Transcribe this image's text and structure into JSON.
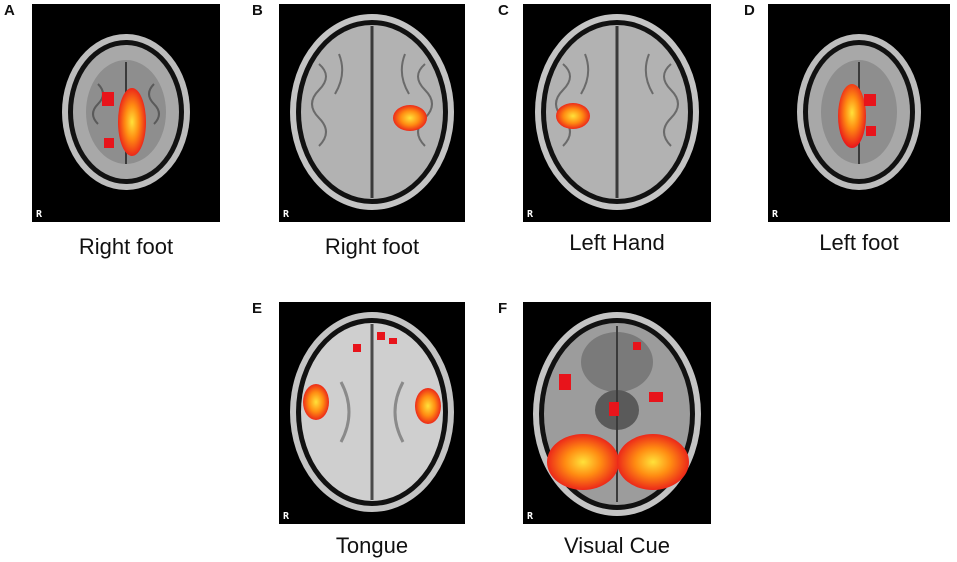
{
  "panels": [
    {
      "letter": "A",
      "caption": "Right foot",
      "activation": "midline-right"
    },
    {
      "letter": "B",
      "caption": "Right foot",
      "activation": "right-lateral"
    },
    {
      "letter": "C",
      "caption": "Left Hand",
      "activation": "left-lateral"
    },
    {
      "letter": "D",
      "caption": "Left foot",
      "activation": "midline-left"
    },
    {
      "letter": "E",
      "caption": "Tongue",
      "activation": "bilateral-lateral-inferior"
    },
    {
      "letter": "F",
      "caption": "Visual Cue",
      "activation": "occipital-bilateral"
    }
  ],
  "orientation_marker": "R",
  "colors": {
    "background": "#000000",
    "activation_low": "#e8141b",
    "activation_mid": "#ff7a12",
    "activation_high": "#ffe23a"
  }
}
